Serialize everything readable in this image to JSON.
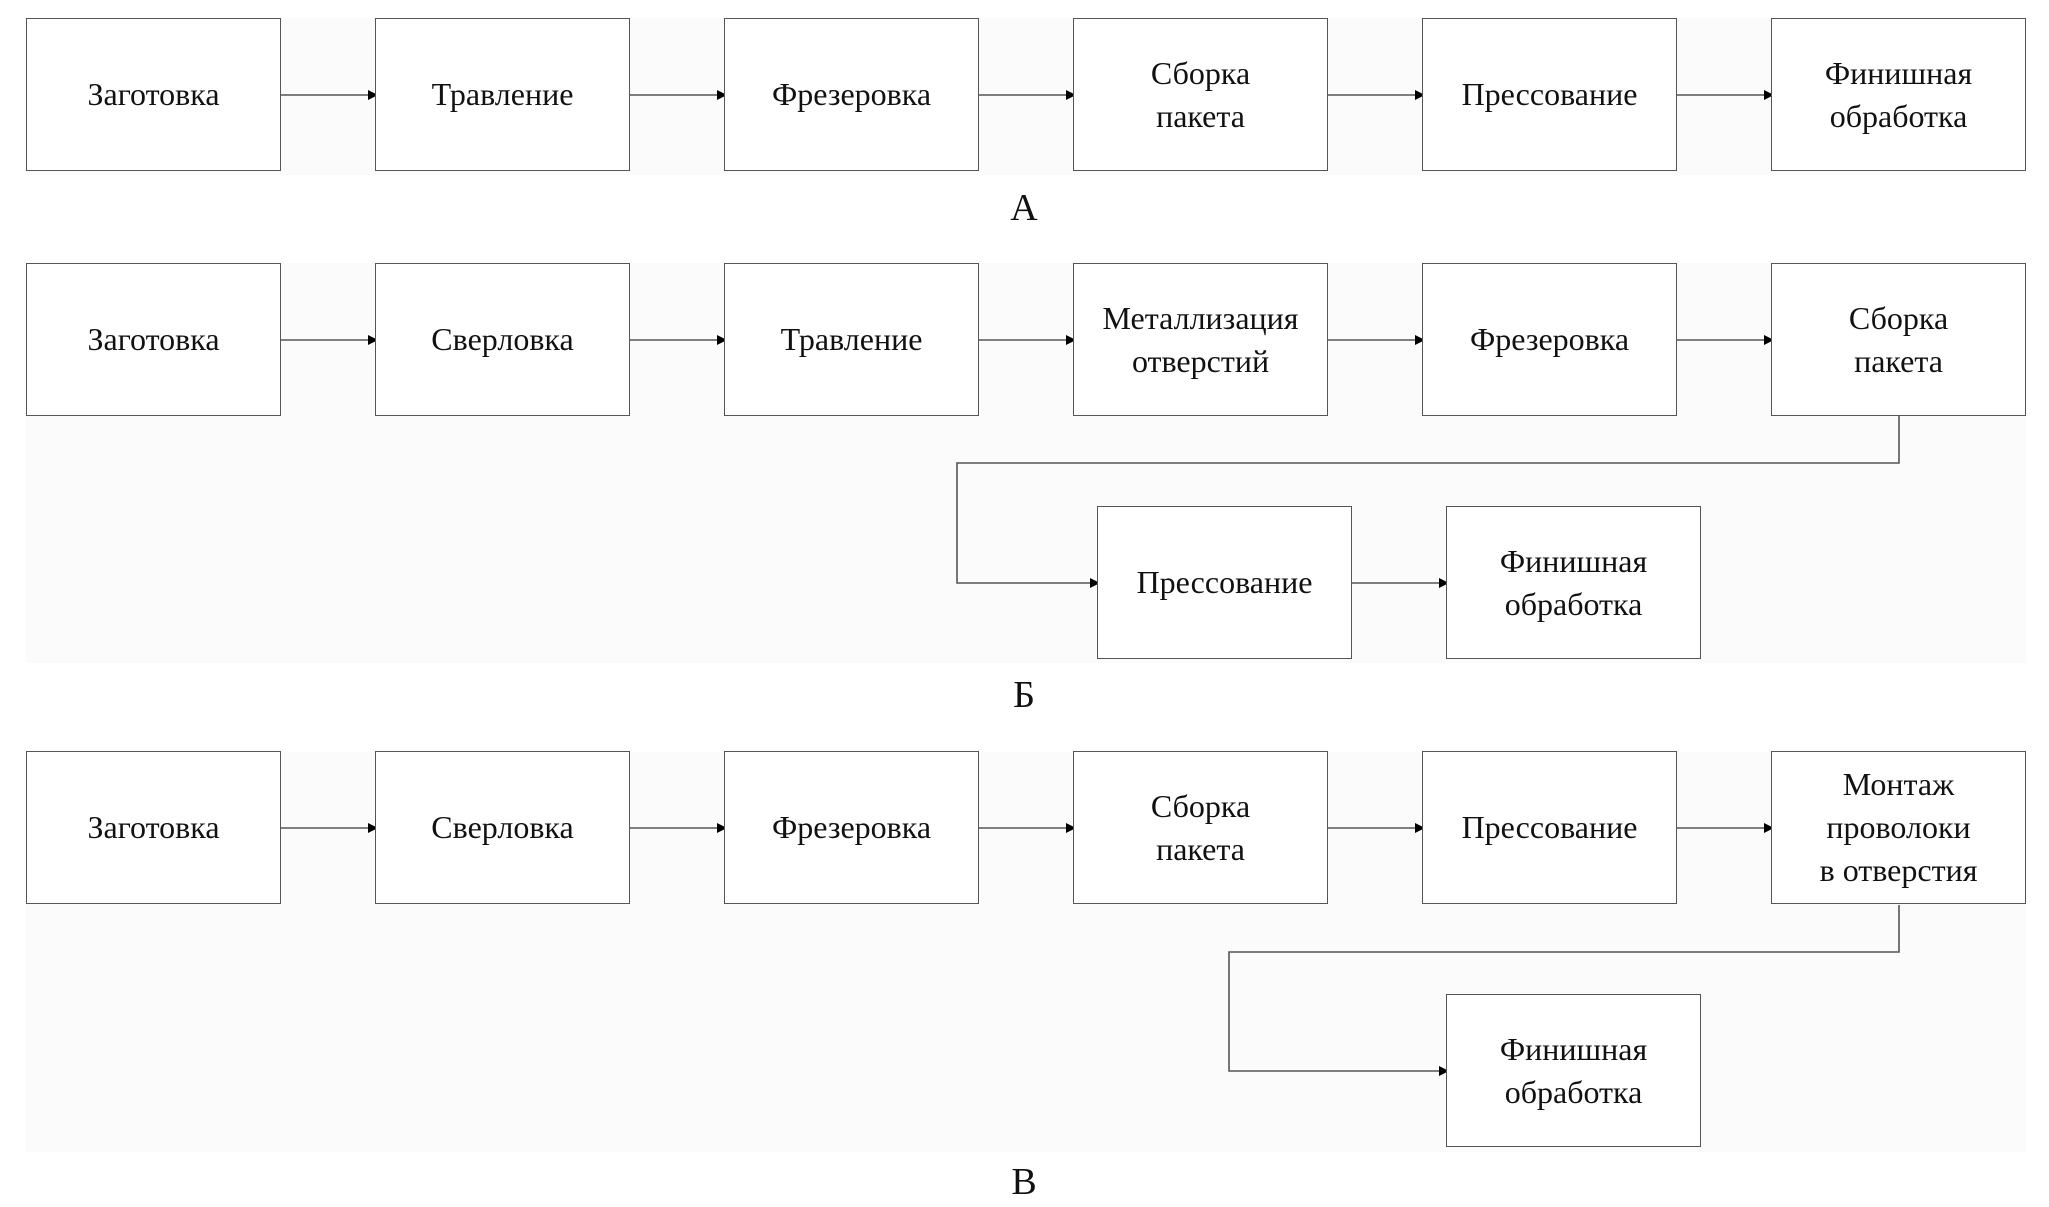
{
  "diagram": {
    "flow_a": {
      "caption": "А",
      "steps": [
        "Заготовка",
        "Травление",
        "Фрезеровка",
        "Сборка\nпакета",
        "Прессование",
        "Финишная\nобработка"
      ]
    },
    "flow_b": {
      "caption": "Б",
      "steps": [
        "Заготовка",
        "Сверловка",
        "Травление",
        "Металлизация\nотверстий",
        "Фрезеровка",
        "Сборка\nпакета",
        "Прессование",
        "Финишная\nобработка"
      ]
    },
    "flow_c": {
      "caption": "В",
      "steps": [
        "Заготовка",
        "Сверловка",
        "Фрезеровка",
        "Сборка\nпакета",
        "Прессование",
        "Монтаж\nпроволоки\nв отверстия",
        "Финишная\nобработка"
      ]
    }
  }
}
